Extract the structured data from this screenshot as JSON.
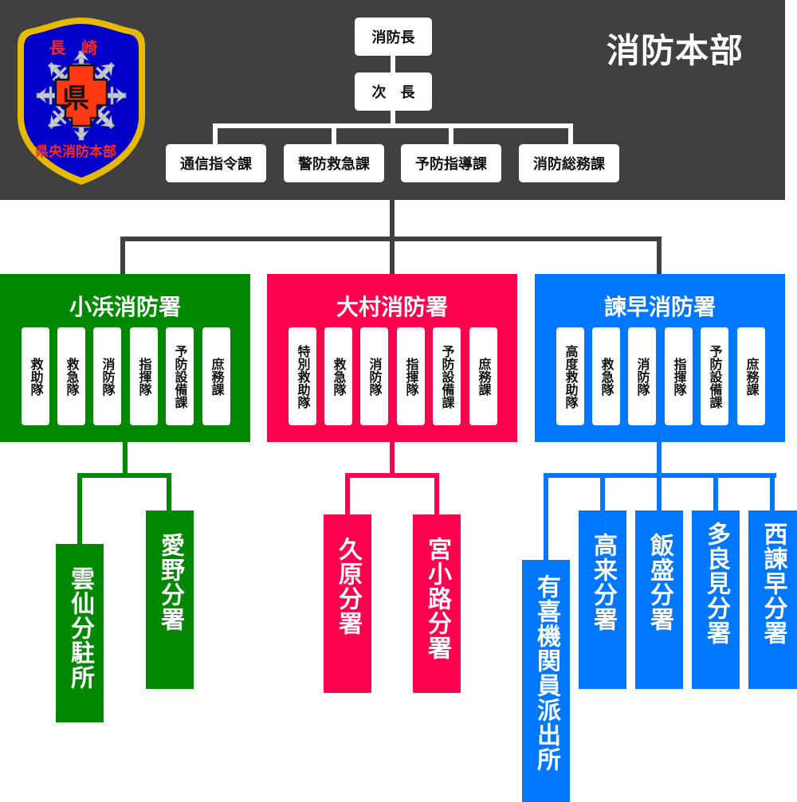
{
  "headquarters": {
    "title": "消防本部",
    "emblem": {
      "top_text": "長　崎",
      "center_glyph": "県",
      "bottom_text": "県央消防本部",
      "colors": {
        "shield": "#0000c8",
        "rim": "#e6b800",
        "center": "#ff3a12",
        "snowflake": "#c8ccd4"
      }
    },
    "chief": "消防長",
    "deputy": "次　長",
    "divisions": [
      "通信指令課",
      "警防救急課",
      "予防指導課",
      "消防総務課"
    ],
    "colors": {
      "background": "#404040",
      "connector": "#404040"
    }
  },
  "stations": [
    {
      "name": "小浜消防署",
      "color": "#008800",
      "units": [
        "救助隊",
        "救急隊",
        "消防隊",
        "指揮隊",
        "予防設備課",
        "庶務課"
      ],
      "branches": [
        "雲仙分駐所",
        "愛野分署"
      ]
    },
    {
      "name": "大村消防署",
      "color": "#ff004d",
      "units": [
        "特別救助隊",
        "救急隊",
        "消防隊",
        "指揮隊",
        "予防設備課",
        "庶務課"
      ],
      "branches": [
        "久原分署",
        "宮小路分署"
      ]
    },
    {
      "name": "諫早消防署",
      "color": "#0077ff",
      "units": [
        "高度救助隊",
        "救急隊",
        "消防隊",
        "指揮隊",
        "予防設備課",
        "庶務課"
      ],
      "branches": [
        "有喜機関員派出所",
        "高来分署",
        "飯盛分署",
        "多良見分署",
        "西諫早分署"
      ]
    }
  ]
}
